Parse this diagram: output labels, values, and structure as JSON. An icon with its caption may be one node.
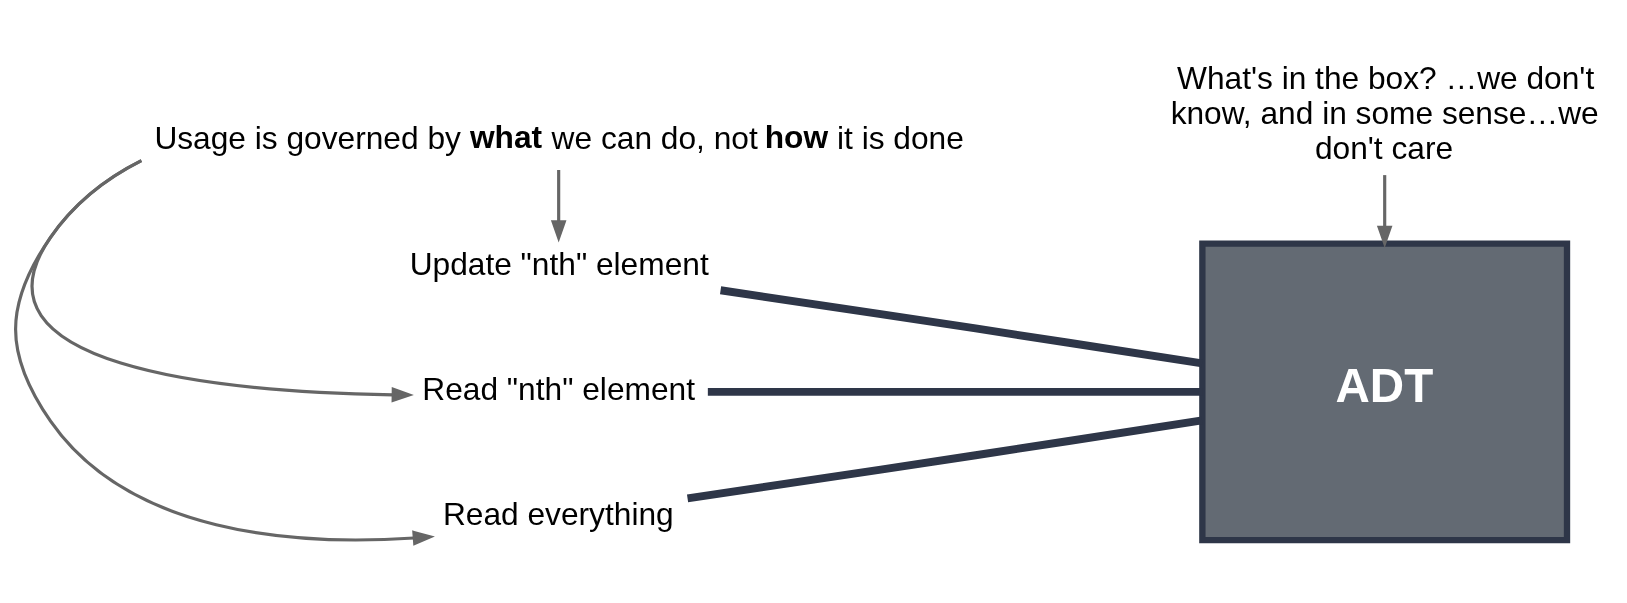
{
  "diagram": {
    "nodes": [
      {
        "text": [
          "ADT"
        ]
      },
      {
        "text": [
          "Read everything"
        ]
      },
      {
        "text": [
          "Read \"nth\" element"
        ]
      },
      {
        "text": [
          "Update \"nth\" element"
        ]
      },
      {
        "text": [
          "What's in the box? …we don't know, and in some sense…we don't care"
        ]
      },
      {
        "text": [
          "Usage is governed by **what** we can do, not **how** it is done"
        ]
      }
    ],
    "edges": [
      {
        "from": 1,
        "to": 0,
        "arrow": "none",
        "style": "thick",
        "color": "#2e3648"
      },
      {
        "from": 2,
        "to": 0,
        "arrow": "none",
        "style": "thick",
        "color": "#2e3648"
      },
      {
        "from": 3,
        "to": 0,
        "arrow": "none",
        "style": "thick",
        "color": "#2e3648"
      },
      {
        "from": 4,
        "to": 0,
        "arrow": "to"
      },
      {
        "from": 5,
        "to": 1,
        "arrow": "to"
      },
      {
        "from": 5,
        "to": 2,
        "arrow": "to"
      },
      {
        "from": 5,
        "to": 3,
        "arrow": "to"
      }
    ]
  }
}
